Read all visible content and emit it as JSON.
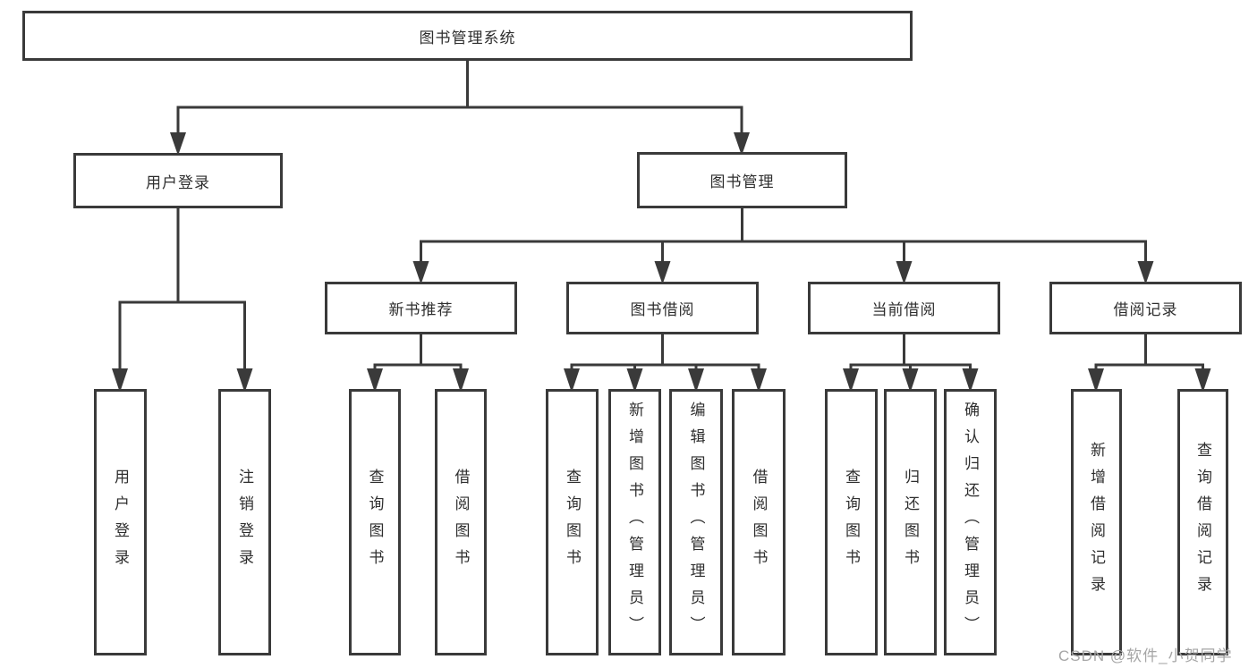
{
  "nodes": {
    "root": {
      "label": "图书管理系统"
    },
    "level2": [
      {
        "label": "用户登录"
      },
      {
        "label": "图书管理"
      }
    ],
    "level3": [
      {
        "label": "新书推荐",
        "parent": "图书管理"
      },
      {
        "label": "图书借阅",
        "parent": "图书管理"
      },
      {
        "label": "当前借阅",
        "parent": "图书管理"
      },
      {
        "label": "借阅记录",
        "parent": "图书管理"
      }
    ],
    "leaves": [
      {
        "label": "用户登录",
        "parent": "用户登录"
      },
      {
        "label": "注销登录",
        "parent": "用户登录"
      },
      {
        "label": "查询图书",
        "parent": "新书推荐"
      },
      {
        "label": "借阅图书",
        "parent": "新书推荐"
      },
      {
        "label": "查询图书",
        "parent": "图书借阅"
      },
      {
        "label": "新增图书（管理员）",
        "parent": "图书借阅"
      },
      {
        "label": "编辑图书（管理员）",
        "parent": "图书借阅"
      },
      {
        "label": "借阅图书",
        "parent": "图书借阅"
      },
      {
        "label": "查询图书",
        "parent": "当前借阅"
      },
      {
        "label": "归还图书",
        "parent": "当前借阅"
      },
      {
        "label": "确认归还（管理员）",
        "parent": "当前借阅"
      },
      {
        "label": "新增借阅记录",
        "parent": "借阅记录"
      },
      {
        "label": "查询借阅记录",
        "parent": "借阅记录"
      }
    ]
  },
  "watermark": "CSDN @软件_小贺同学",
  "colors": {
    "line": "#3a3a3a",
    "text": "#2e2e2e",
    "background": "#ffffff",
    "watermark": "#a6a6a6"
  }
}
